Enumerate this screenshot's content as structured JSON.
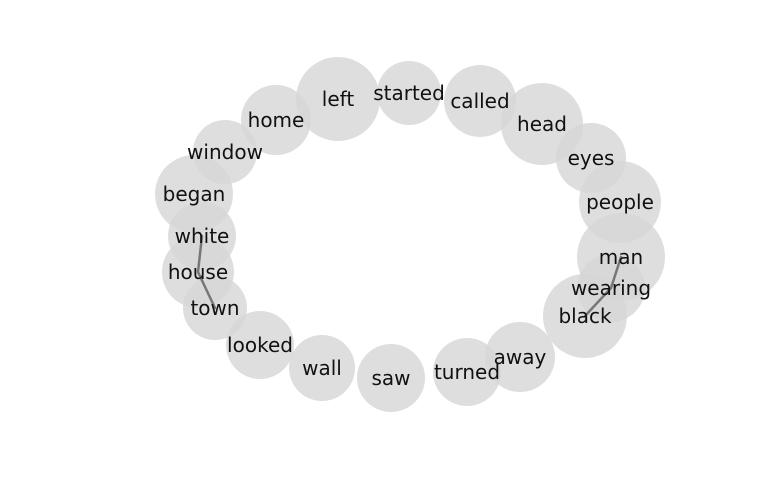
{
  "nodes": [
    {
      "id": "left",
      "label": "left"
    },
    {
      "id": "started",
      "label": "started"
    },
    {
      "id": "called",
      "label": "called"
    },
    {
      "id": "home",
      "label": "home"
    },
    {
      "id": "head",
      "label": "head"
    },
    {
      "id": "window",
      "label": "window"
    },
    {
      "id": "eyes",
      "label": "eyes"
    },
    {
      "id": "began",
      "label": "began"
    },
    {
      "id": "people",
      "label": "people"
    },
    {
      "id": "white",
      "label": "white"
    },
    {
      "id": "house",
      "label": "house"
    },
    {
      "id": "man",
      "label": "man"
    },
    {
      "id": "wearing",
      "label": "wearing"
    },
    {
      "id": "town",
      "label": "town"
    },
    {
      "id": "black",
      "label": "black"
    },
    {
      "id": "looked",
      "label": "looked"
    },
    {
      "id": "wall",
      "label": "wall"
    },
    {
      "id": "saw",
      "label": "saw"
    },
    {
      "id": "turned",
      "label": "turned"
    },
    {
      "id": "away",
      "label": "away"
    }
  ],
  "edges": [
    {
      "from": "white",
      "to": "house"
    },
    {
      "from": "house",
      "to": "town"
    },
    {
      "from": "man",
      "to": "wearing"
    },
    {
      "from": "wearing",
      "to": "black"
    }
  ]
}
